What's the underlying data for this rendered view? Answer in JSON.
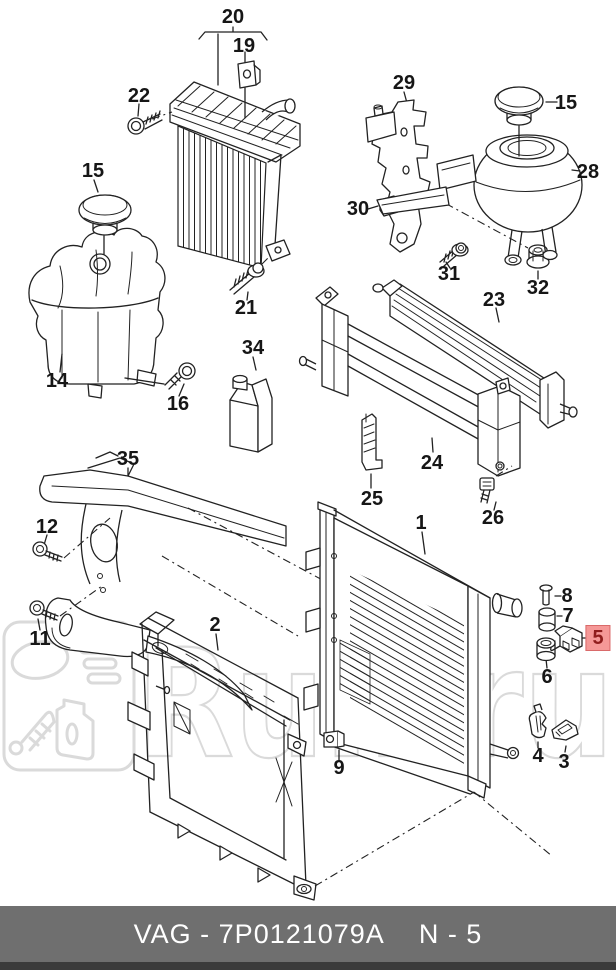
{
  "labels": {
    "p1": "1",
    "p2": "2",
    "p3": "3",
    "p4": "4",
    "p5": "5",
    "p6": "6",
    "p7": "7",
    "p8": "8",
    "p9": "9",
    "p11": "11",
    "p12": "12",
    "p14": "14",
    "p15L": "15",
    "p15R": "15",
    "p16": "16",
    "p19": "19",
    "p20": "20",
    "p21": "21",
    "p22": "22",
    "p23": "23",
    "p24": "24",
    "p25": "25",
    "p26": "26",
    "p28": "28",
    "p29": "29",
    "p30": "30",
    "p31": "31",
    "p32": "32",
    "p34": "34",
    "p35": "35"
  },
  "highlight": {
    "part": "5",
    "bg": "#f59897",
    "border": "#d96a6a",
    "text_color": "#8f1d1d"
  },
  "watermark": {
    "text": "Ruli.ru",
    "color": "#dadada",
    "logo_icons": [
      "headlight-icon",
      "grille-bars-icon",
      "oil-jug-icon",
      "shock-absorber-icon"
    ]
  },
  "footer": {
    "catalog_code": "VAG - 7P0121079A",
    "page_ref": "N - 5",
    "bg": "#6f6f6f",
    "text_color": "#ffffff"
  },
  "colors": {
    "line": "#222222",
    "background": "#ffffff"
  }
}
